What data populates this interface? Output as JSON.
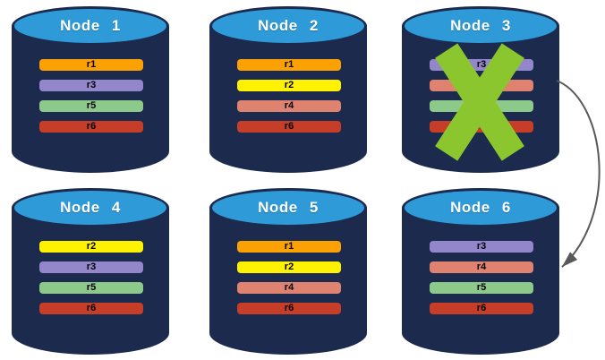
{
  "diagram": {
    "description": "Database cluster replica placement with failed node and failover arrow",
    "node_count": 6
  },
  "colors": {
    "cylinder_body": "#1B2A4D",
    "cylinder_top": "#2F9AD8",
    "node_title_text": "#FFFFFF",
    "bar_text": "#000000",
    "failure_x": "#8CC62E",
    "arrow": "#595959",
    "replica_colors": {
      "r1": "#FCA103",
      "r2": "#FFF200",
      "r3": "#9486CB",
      "r4": "#E08270",
      "r5": "#8DC98A",
      "r6": "#C63D28"
    }
  },
  "nodes": [
    {
      "label": "Node 1",
      "replicas": [
        "r1",
        "r3",
        "r5",
        "r6"
      ],
      "failed": false
    },
    {
      "label": "Node 2",
      "replicas": [
        "r1",
        "r2",
        "r4",
        "r6"
      ],
      "failed": false
    },
    {
      "label": "Node 3",
      "replicas": [
        "r3",
        "r4",
        "r5",
        "r6"
      ],
      "failed": true
    },
    {
      "label": "Node 4",
      "replicas": [
        "r2",
        "r3",
        "r5",
        "r6"
      ],
      "failed": false
    },
    {
      "label": "Node 5",
      "replicas": [
        "r1",
        "r2",
        "r4",
        "r6"
      ],
      "failed": false
    },
    {
      "label": "Node 6",
      "replicas": [
        "r3",
        "r4",
        "r5",
        "r6"
      ],
      "failed": false
    }
  ],
  "arrow": {
    "from": "Node 3",
    "to": "Node 6"
  }
}
